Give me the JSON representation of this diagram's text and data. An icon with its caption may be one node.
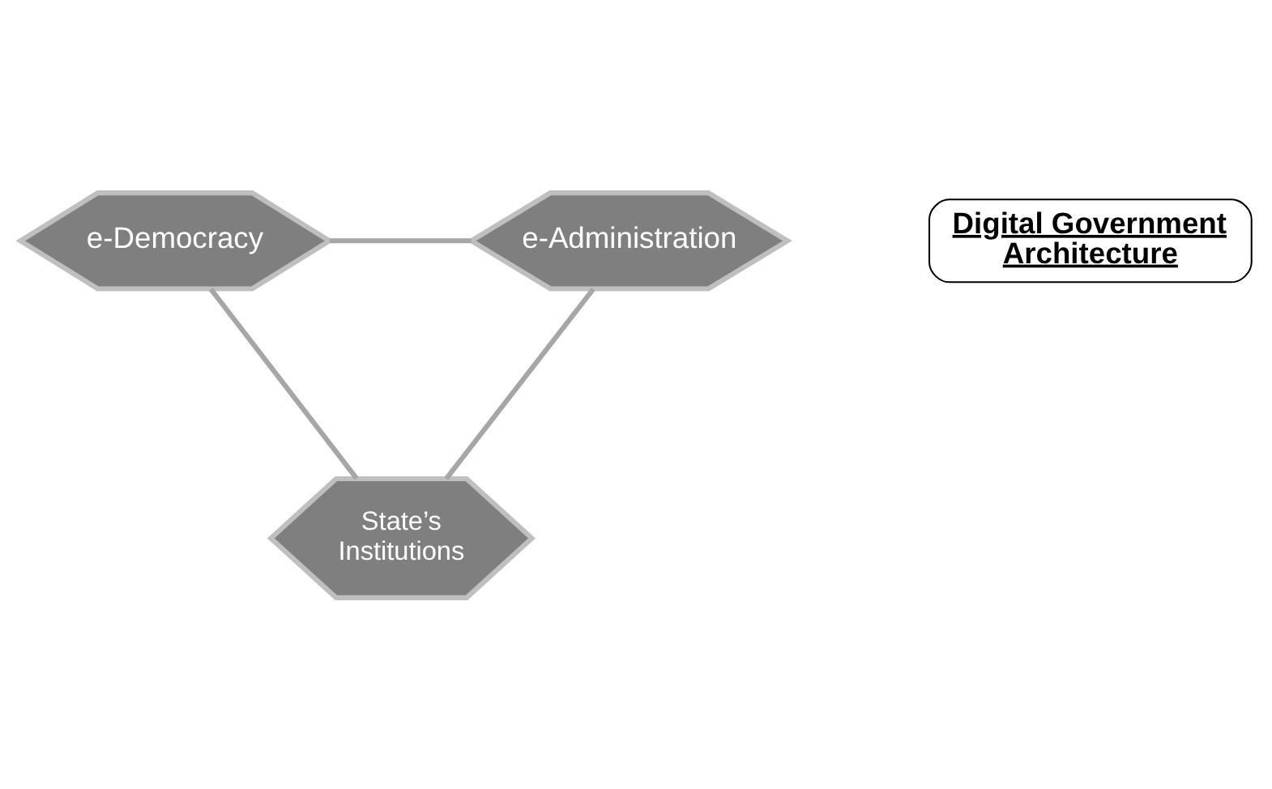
{
  "diagram": {
    "nodes": [
      {
        "text": [
          "e-Democracy"
        ]
      },
      {
        "text": [
          "e-Administration"
        ]
      },
      {
        "text": [
          "State’s Institutions"
        ]
      },
      {
        "text": [
          "Digital Government Architecture"
        ]
      }
    ],
    "edges": [
      {
        "from": 0,
        "to": 1,
        "arrow": "none"
      },
      {
        "from": 0,
        "to": 2,
        "arrow": "none"
      },
      {
        "from": 1,
        "to": 2,
        "arrow": "none"
      }
    ]
  }
}
